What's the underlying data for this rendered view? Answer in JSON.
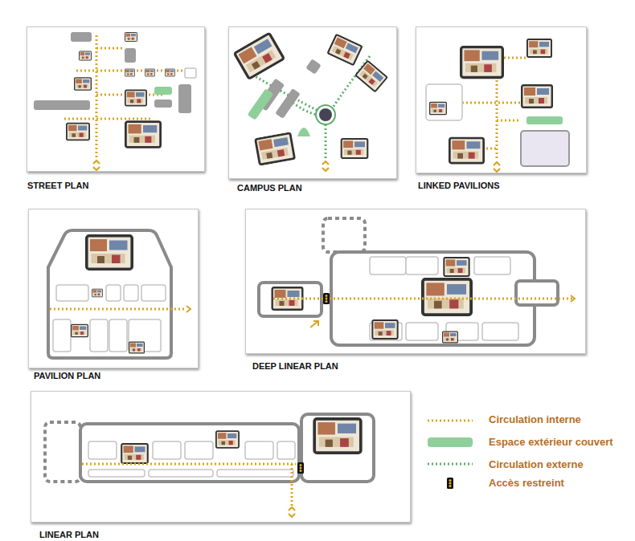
{
  "diagram": {
    "nodes": [
      {
        "text": [
          "STREET PLAN"
        ]
      },
      {
        "text": [
          "CAMPUS PLAN"
        ]
      },
      {
        "text": [
          "LINKED PAVILIONS"
        ]
      },
      {
        "text": [
          "PAVILION PLAN"
        ]
      },
      {
        "text": [
          "DEEP LINEAR PLAN"
        ]
      },
      {
        "text": [
          "LINEAR PLAN"
        ]
      }
    ],
    "legend": [
      {
        "text": "Circulation interne"
      },
      {
        "text": "Espace extérieur couvert",
        "color": "#8fcf9a"
      },
      {
        "text": "Circulation externe"
      },
      {
        "text": "Accès restreint"
      }
    ]
  }
}
